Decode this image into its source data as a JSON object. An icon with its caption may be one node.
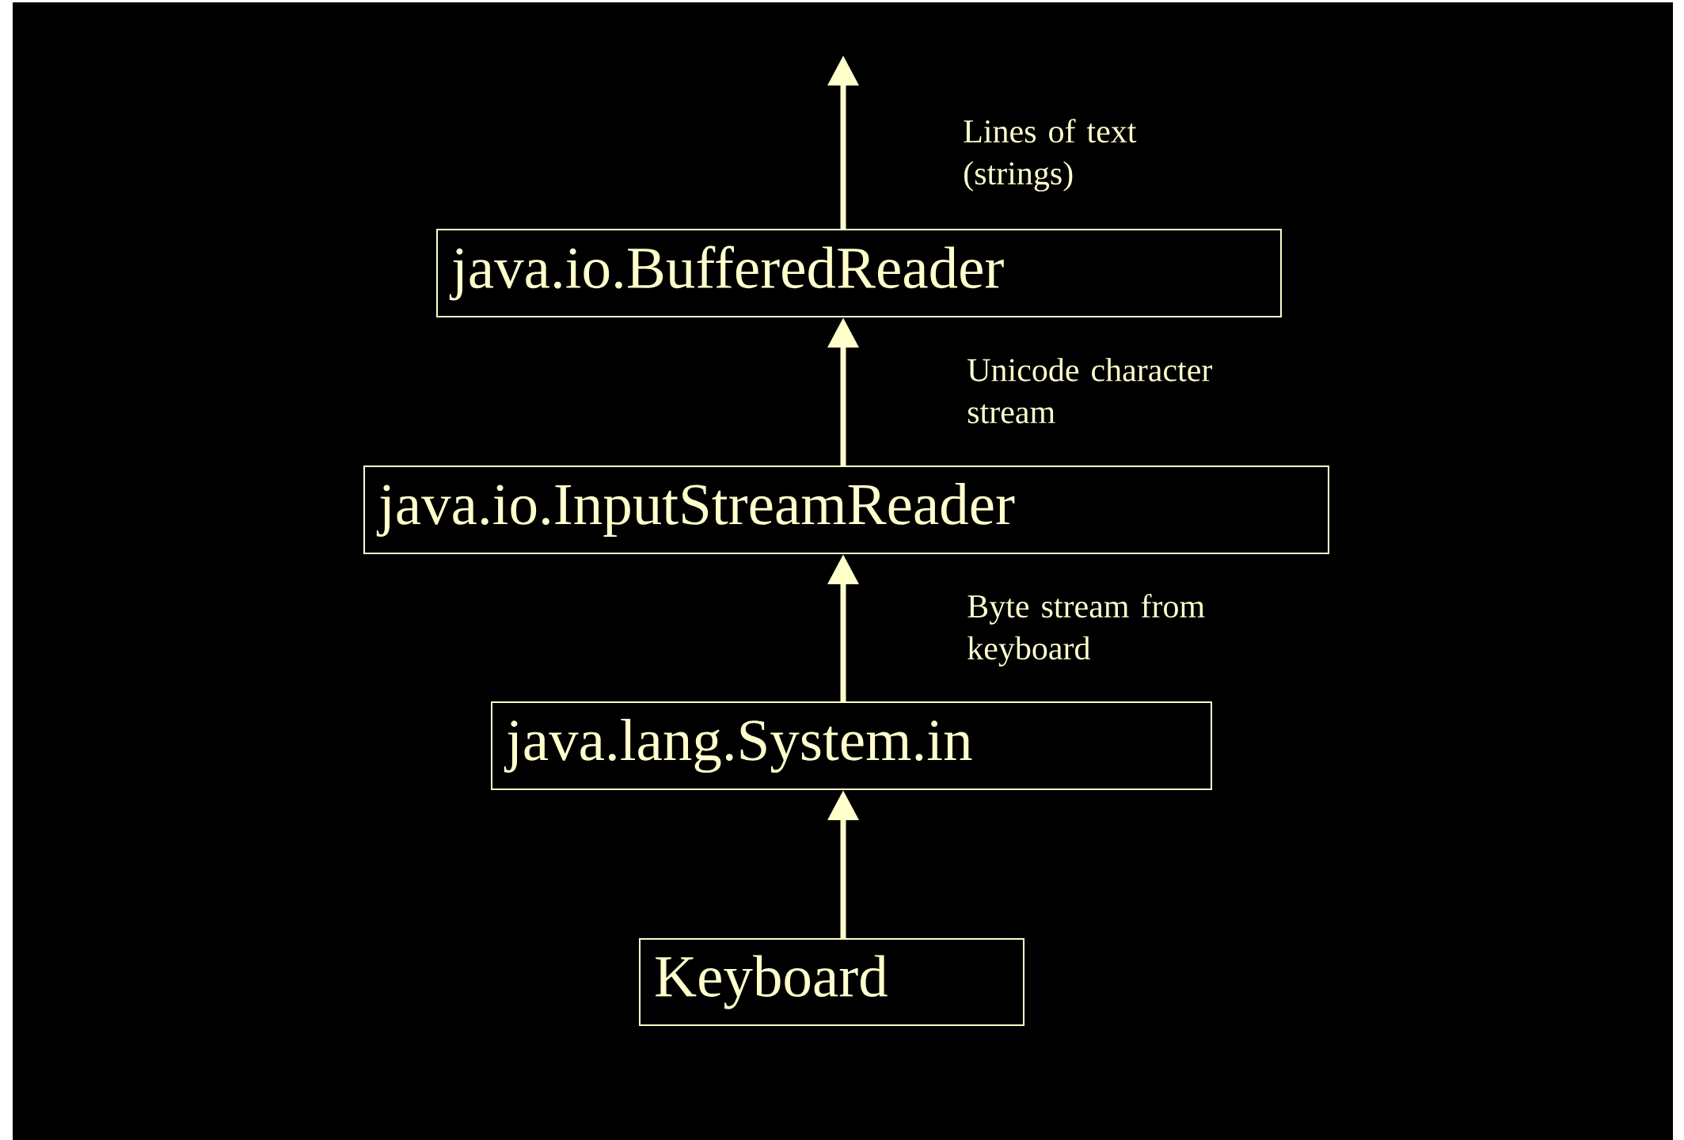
{
  "diagram": {
    "nodes": [
      {
        "text": [
          "java.io.BufferedReader"
        ]
      },
      {
        "text": [
          "java.io.InputStreamReader"
        ]
      },
      {
        "text": [
          "java.lang.System.in"
        ]
      },
      {
        "text": [
          "Keyboard"
        ]
      }
    ],
    "edges": [
      {
        "from": 0,
        "to": null,
        "arrow": "to",
        "label": "Lines of text (strings)"
      },
      {
        "from": 1,
        "to": 0,
        "arrow": "to",
        "label": "Unicode character stream"
      },
      {
        "from": 2,
        "to": 1,
        "arrow": "to",
        "label": "Byte stream from keyboard"
      },
      {
        "from": 3,
        "to": 2,
        "arrow": "to"
      }
    ]
  }
}
